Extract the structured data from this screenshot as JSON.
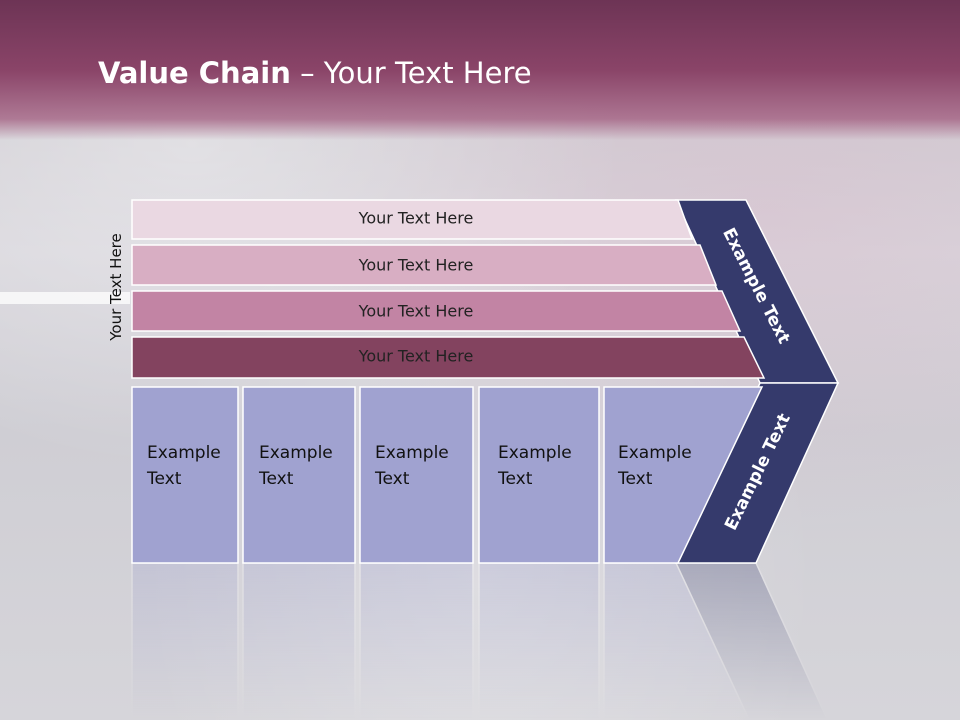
{
  "title": {
    "bold": "Value Chain",
    "rest": " – Your Text Here"
  },
  "side_label": "Your Text Here",
  "support_rows": [
    {
      "label": "Your Text Here",
      "color": "#ead8e2"
    },
    {
      "label": "Your Text Here",
      "color": "#d8aec3"
    },
    {
      "label": "Your Text Here",
      "color": "#c284a4"
    },
    {
      "label": "Your Text Here",
      "color": "#83435f"
    }
  ],
  "primary_activities": [
    {
      "line1": "Example",
      "line2": "Text"
    },
    {
      "line1": "Example",
      "line2": "Text"
    },
    {
      "line1": "Example",
      "line2": "Text"
    },
    {
      "line1": "Example",
      "line2": "Text"
    },
    {
      "line1": "Example",
      "line2": "Text"
    }
  ],
  "margin_labels": {
    "upper": "Example Text",
    "lower": "Example Text"
  },
  "colors": {
    "title_band": "#7e3d60",
    "primary_box": "#a0a2d0",
    "margin_arrow": "#353a6c",
    "text_dark": "#111111",
    "text_white": "#ffffff"
  }
}
